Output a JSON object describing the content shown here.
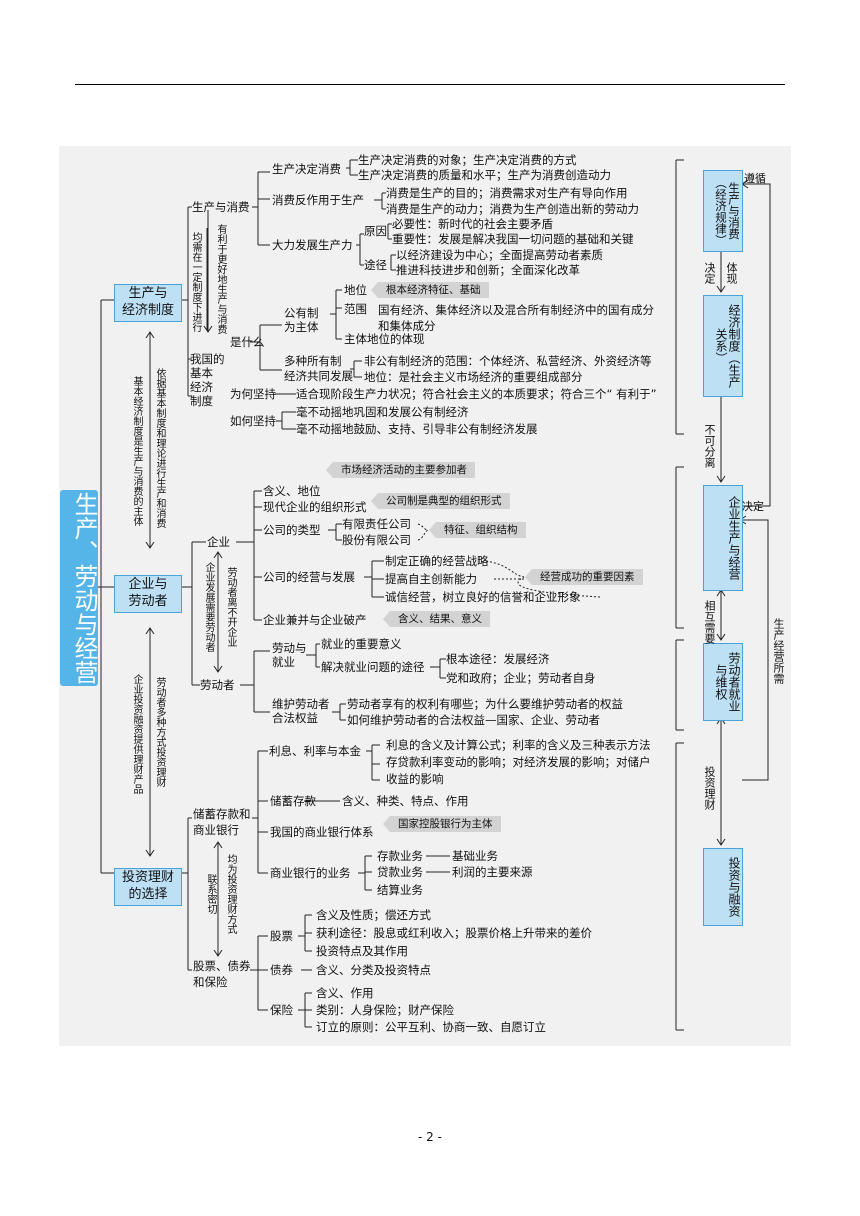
{
  "title": "生产、劳动与经营",
  "page_number": "- 2 -",
  "sections": {
    "s1": "生产与\n经济制度",
    "s2": "企业与\n劳动者",
    "s3": "投资理财\n的选择"
  },
  "left_links": {
    "l1a": "基本经济制度是生产与消费的主体",
    "l1b": "依据基本制度和理论进行生产和消费",
    "l2a": "企业投资融资提供理财产品",
    "l2b": "劳动者多种方式投资理财"
  },
  "part1": {
    "prod_consume": "生产与消费",
    "mid_a": "均需在一定制度下进行",
    "mid_b": "有利于更好地生产与消费",
    "basic_system": "我国的\n基本\n经济\n制度",
    "shi_shenme": "是什么",
    "wei_he": "为何坚持",
    "wei_he_text": "适合现阶段生产力状况；符合社会主义的本质要求；符合三个“ 有利于”",
    "ru_he": "如何坚持",
    "ru_he_1": "毫不动摇地巩固和发展公有制经济",
    "ru_he_2": "毫不动摇地鼓励、支持、引导非公有制经济发展",
    "sc_jd": "生产决定消费",
    "sc_jd_1": "生产决定消费的对象；生产决定消费的方式",
    "sc_jd_2": "生产决定消费的质量和水平；生产为消费创造动力",
    "xf_fz": "消费反作用于生产",
    "xf_fz_1": "消费是生产的目的；消费需求对生产有导向作用",
    "xf_fz_2": "消费是生产的动力；消费为生产创造出新的劳动力",
    "dl_fz": "大力发展生产力",
    "yy": "原因",
    "yy_1": "必要性：新时代的社会主要矛盾",
    "yy_2": "重要性：发展是解决我国一切问题的基础和关键",
    "tj": "途径",
    "tj_1": "以经济建设为中心；全面提高劳动者素质",
    "tj_2": "推进科技进步和创新；全面深化改革",
    "gyz": "公有制\n为主体",
    "dw": "地位",
    "dw_note": "根本经济特征、基础",
    "fw": "范围",
    "fw_text": "国有经济、集体经济以及混合所有制经济中的国有成分\n和集体成分",
    "ztdw": "主体地位的体现",
    "dzsy": "多种所有制\n经济共同发展",
    "fgy_1": "非公有制经济的范围：个体经济、私营经济、外资经济等",
    "fgy_2": "地位：是社会主义市场经济的重要组成部分"
  },
  "part2": {
    "qiye": "企业",
    "ldz": "劳动者",
    "mid_a": "企业发展需要劳动者",
    "mid_b": "劳动者离不开企业",
    "hy": "含义、地位",
    "hy_note": "市场经济活动的主要参加者",
    "xd": "现代企业的组织形式",
    "xd_note": "公司制是典型的组织形式",
    "lx": "公司的类型",
    "lx_1": "有限责任公司",
    "lx_2": "股份有限公司",
    "lx_note": "特征、组织结构",
    "jy": "公司的经营与发展",
    "jy_1": "制定正确的经营战略",
    "jy_2": "提高自主创新能力",
    "jy_3": "诚信经营，树立良好的信誉和企业形象",
    "jy_note": "经营成功的重要因素",
    "jb": "企业兼并与企业破产",
    "jb_note": "含义、结果、意义",
    "ldjy": "劳动与\n就业",
    "jy_a": "就业的重要意义",
    "jy_b": "解决就业问题的途径",
    "jy_b1": "根本途径：发展经济",
    "jy_b2": "党和政府；企业；劳动者自身",
    "wh": "维护劳动者\n合法权益",
    "wh_1": "劳动者享有的权利有哪些；为什么要维护劳动者的权益",
    "wh_2": "如何维护劳动者的合法权益—国家、企业、劳动者"
  },
  "part3": {
    "cx": "储蓄存款和\n商业银行",
    "gp": "股票、债券\n和保险",
    "mid_a": "联系密切",
    "mid_b": "均为投资理财方式",
    "lx": "利息、利率与本金",
    "lx_1": "利息的含义及计算公式；利率的含义及三种表示方法",
    "lx_2": "存贷款利率变动的影响；对经济发展的影响；对储户",
    "lx_3": "收益的影响",
    "cxck": "储蓄存款",
    "cxck_1": "含义、种类、特点、作用",
    "yh": "我国的商业银行体系",
    "yh_note": "国家控股银行为主体",
    "yw": "商业银行的业务",
    "yw_1": "存款业务",
    "yw_1b": "基础业务",
    "yw_2": "贷款业务",
    "yw_2b": "利润的主要来源",
    "yw_3": "结算业务",
    "gupiao": "股票",
    "gp_1": "含义及性质；偿还方式",
    "gp_2": "获利途径：股息或红利收入；股票价格上升带来的差价",
    "gp_3": "投资特点及其作用",
    "zq": "债券",
    "zq_1": "含义、分类及投资特点",
    "bx": "保险",
    "bx_1": "含义、作用",
    "bx_2": "类别：人身保险；财产保险",
    "bx_3": "订立的原则：公平互利、协商一致、自愿订立"
  },
  "right": {
    "box1": "生产与消费（经济规律）",
    "box2": "经济制度（生产关系）",
    "box3": "企业生产与经营",
    "box4": "劳动者就业与维权",
    "box5": "投资与融资",
    "zunxun": "遵循",
    "jueding1": "决定",
    "tixian": "体现",
    "bukefenli": "不可分离",
    "jueding2": "决定",
    "xianghu": "相互需要",
    "touzi": "投资理财",
    "suoxu": "生产经营所需"
  }
}
